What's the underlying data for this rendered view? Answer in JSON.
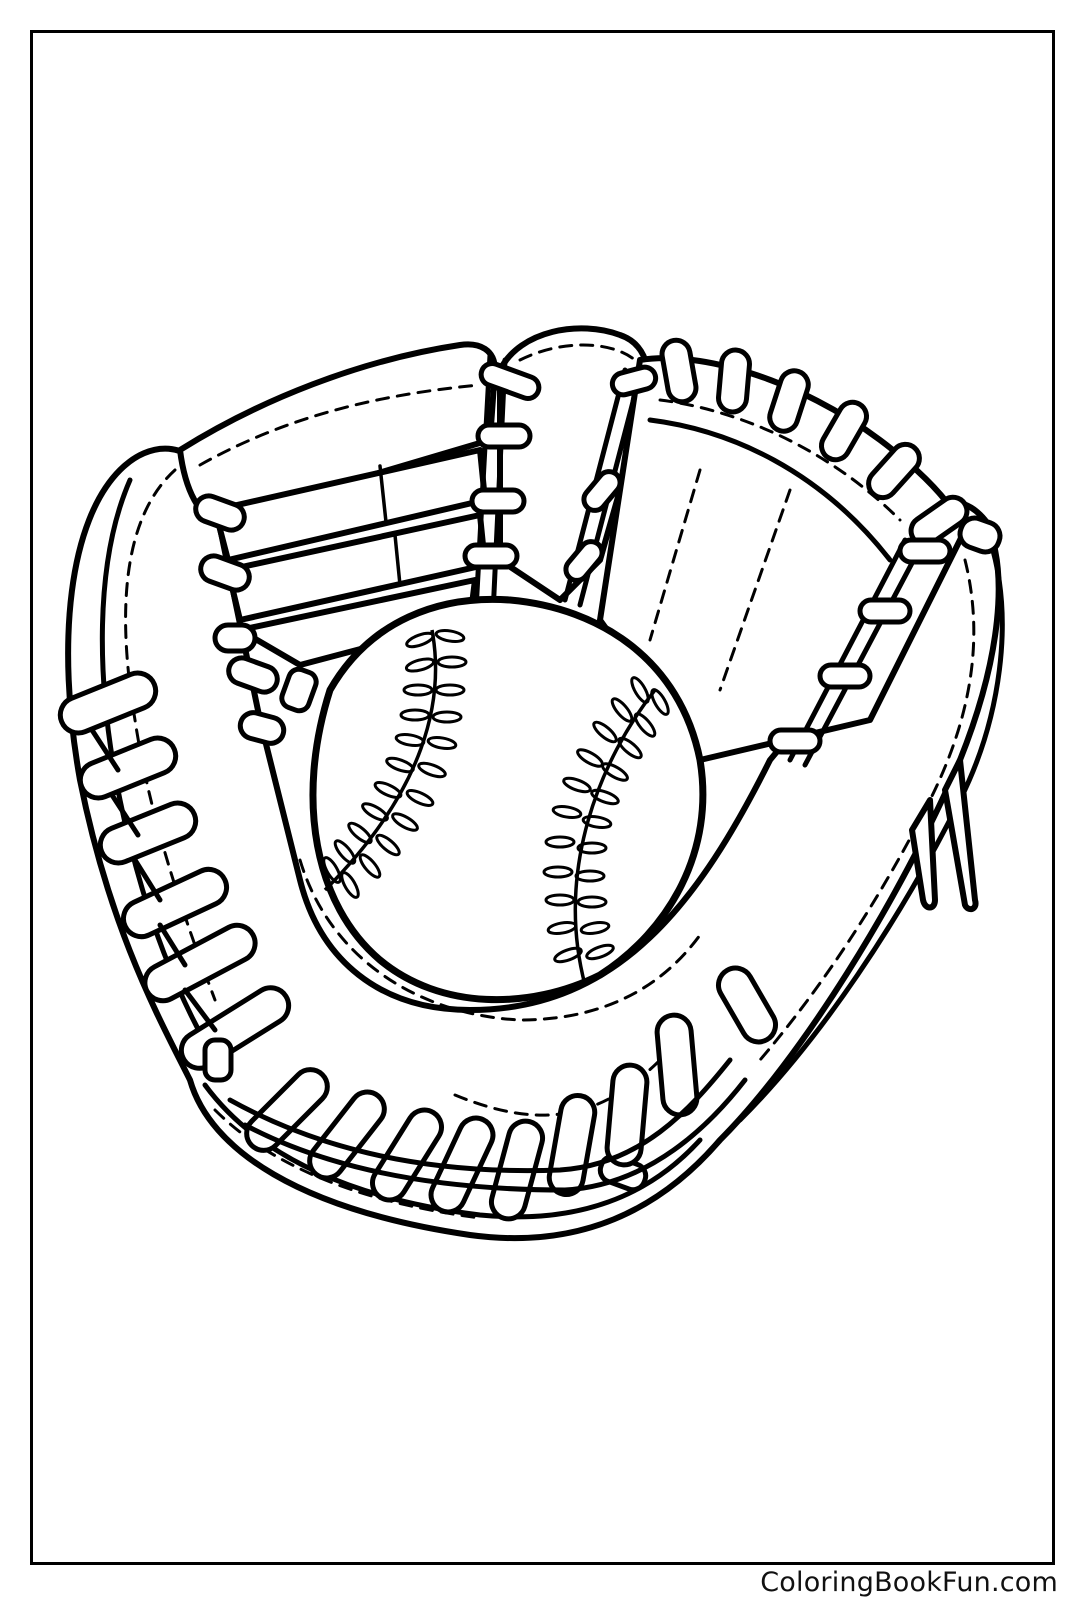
{
  "page": {
    "type": "coloring-page",
    "subject": "baseball glove holding a baseball",
    "colors": {
      "line": "#000000",
      "background": "#ffffff"
    }
  },
  "illustration": {
    "glove": {
      "label": "baseball glove",
      "icon": "baseball-glove-icon"
    },
    "ball": {
      "label": "baseball",
      "icon": "baseball-icon"
    }
  },
  "watermark": {
    "text": "ColoringBookFun.com"
  }
}
